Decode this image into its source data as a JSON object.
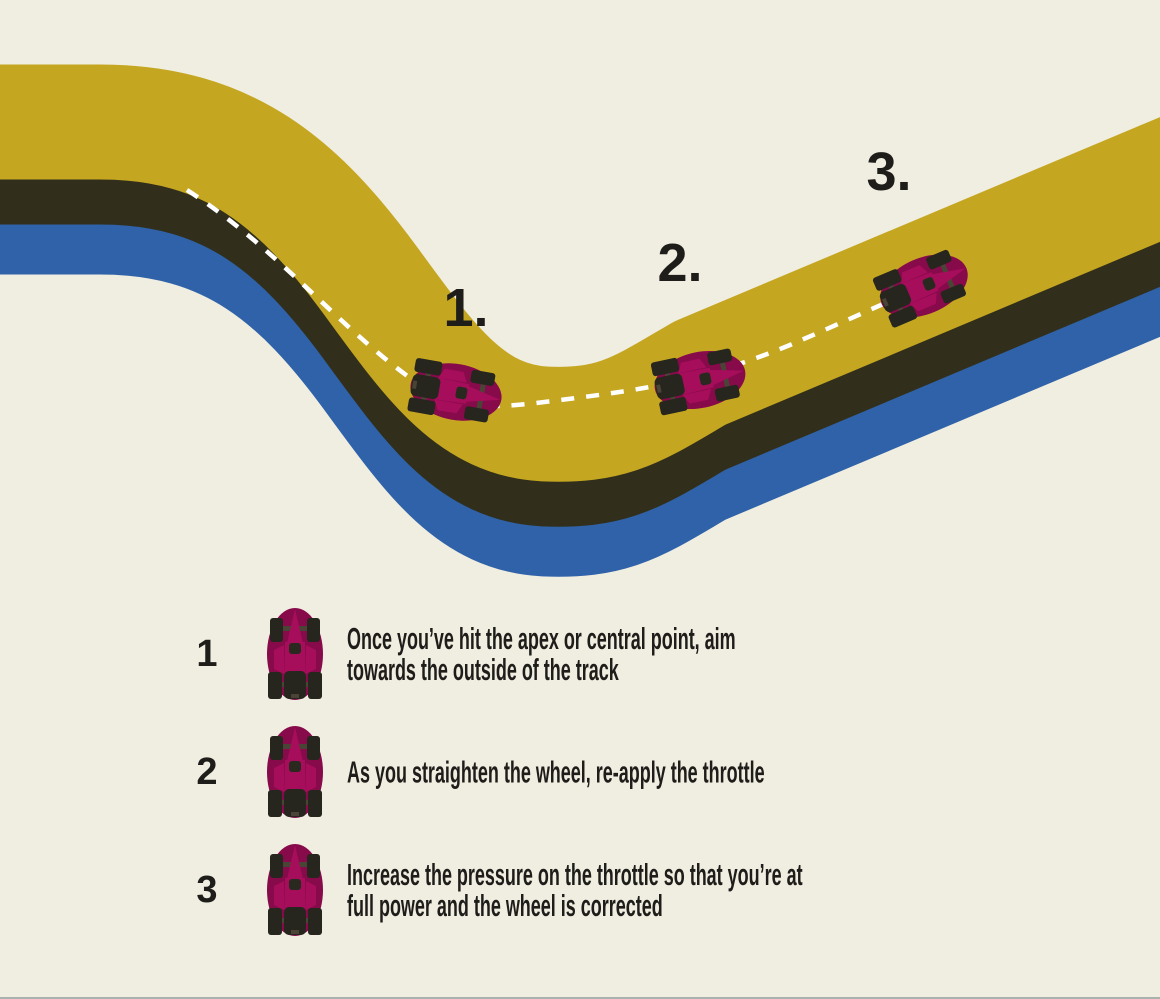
{
  "title": "Racing line cornering technique infographic",
  "track": {
    "markers": [
      {
        "label": "1."
      },
      {
        "label": "2."
      },
      {
        "label": "3."
      }
    ],
    "cars": [
      {
        "name": "car-at-apex",
        "position": "valley of corner, nose right, slight downward tilt"
      },
      {
        "name": "car-corner-exit",
        "position": "corner exit, nose up-right"
      },
      {
        "name": "car-full-power",
        "position": "straight, aligned with road diagonal"
      }
    ],
    "racing_line_style": "white dashed"
  },
  "legend": {
    "items": [
      {
        "number": "1",
        "text": "Once you’ve hit the apex or central point, aim\ntowards the outside of the track"
      },
      {
        "number": "2",
        "text": "As you straighten the wheel, re-apply the throttle"
      },
      {
        "number": "3",
        "text": "Increase the pressure on the throttle so that you’re at\nfull power and the wheel is corrected"
      }
    ]
  },
  "colors": {
    "background": "#f0ede1",
    "road_yellow": "#c5a620",
    "stripe_dark": "#312f1c",
    "stripe_blue": "#2f62a8",
    "racing_line": "#ffffff",
    "car_magenta": "#a60d5b",
    "car_magenta_dark": "#870a4b",
    "car_black": "#26251e",
    "text": "#1e1d1a"
  }
}
